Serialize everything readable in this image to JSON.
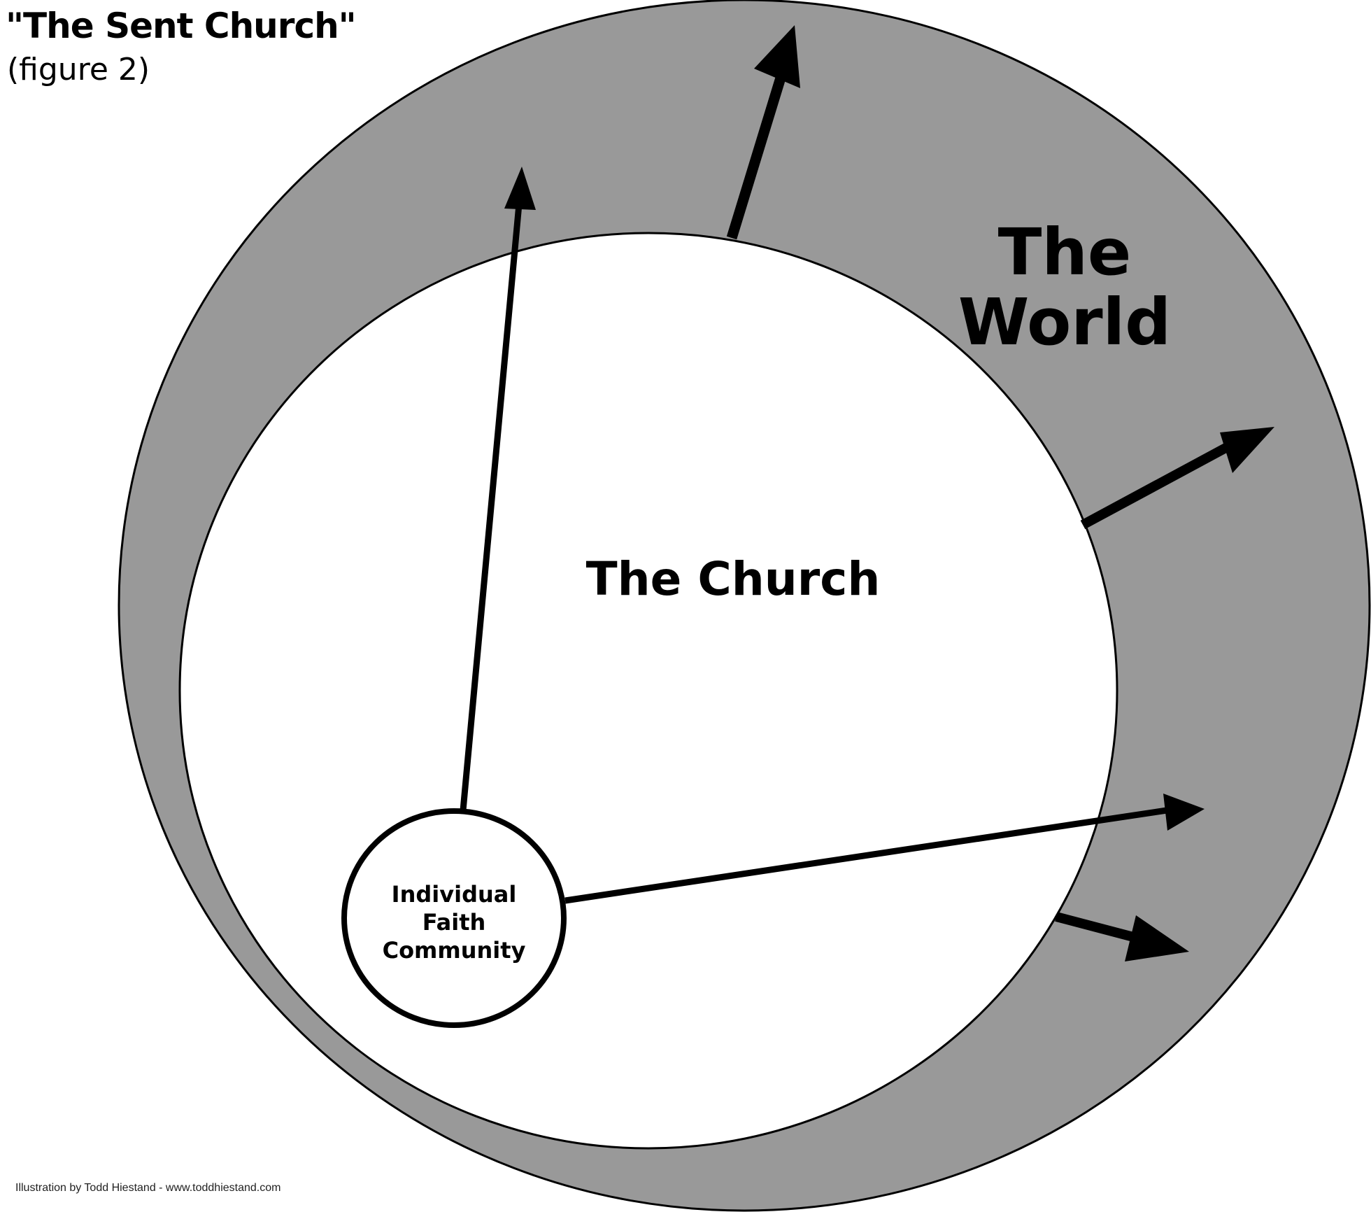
{
  "diagram": {
    "title": "\"The Sent Church\"",
    "subtitle": "(figure 2)",
    "world": {
      "label_line1": "The",
      "label_line2": "World"
    },
    "church": {
      "label": "The Church"
    },
    "community": {
      "label_line1": "Individual",
      "label_line2": "Faith",
      "label_line3": "Community"
    },
    "credit": "Illustration by Todd Hiestand - www.toddhiestand.com"
  },
  "colors": {
    "world_fill": "#999999",
    "church_fill": "#ffffff",
    "outline": "#000000",
    "arrow": "#000000"
  }
}
